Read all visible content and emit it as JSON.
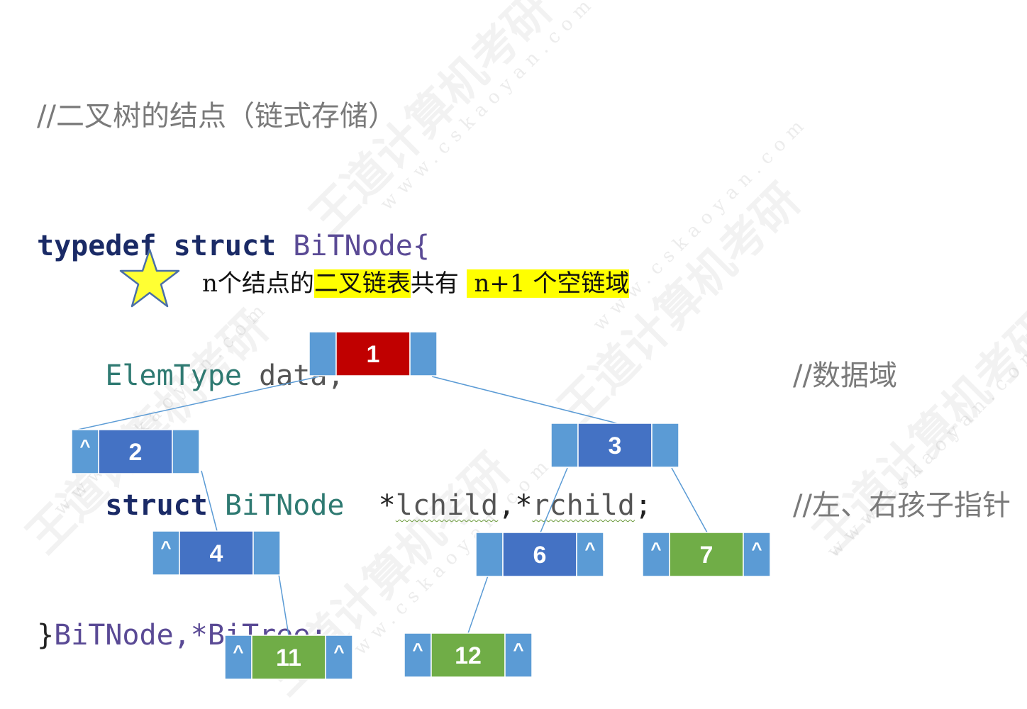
{
  "code": {
    "comment_title": "//二叉树的结点（链式存储）",
    "kw_typedef": "typedef",
    "kw_struct": "struct",
    "struct_name": "BiTNode{",
    "elemtype": "ElemType",
    "data_field": "data;",
    "comment_data": "//数据域",
    "struct_kw2": "struct",
    "bitnode2": "BiTNode",
    "star1": "*",
    "lchild": "lchild",
    "comma": ",",
    "star2": "*",
    "rchild": "rchild",
    "semi": ";",
    "comment_children": "//左、右孩子指针",
    "close_brace": "}",
    "typedef_names": "BiTNode,*BiTree;"
  },
  "note": {
    "part1": "n个结点的",
    "highlight1": "二叉链表",
    "part2": "共有",
    "highlight2": " n+1 个空链域"
  },
  "tree": {
    "null_symbol": "^",
    "nodes": [
      {
        "id": "1",
        "color": "#c00000",
        "left_null": false,
        "right_null": false
      },
      {
        "id": "2",
        "color": "#4472c4",
        "left_null": true,
        "right_null": false
      },
      {
        "id": "3",
        "color": "#4472c4",
        "left_null": false,
        "right_null": false
      },
      {
        "id": "4",
        "color": "#4472c4",
        "left_null": true,
        "right_null": false
      },
      {
        "id": "6",
        "color": "#4472c4",
        "left_null": false,
        "right_null": true
      },
      {
        "id": "7",
        "color": "#70ad47",
        "left_null": true,
        "right_null": true
      },
      {
        "id": "11",
        "color": "#70ad47",
        "left_null": true,
        "right_null": true
      },
      {
        "id": "12",
        "color": "#70ad47",
        "left_null": true,
        "right_null": true
      }
    ],
    "pointer_color": "#5b9bd5",
    "edge_color": "#5b9bd5"
  },
  "watermark": {
    "brand": "王道计算机考研",
    "url": "www.cskaoyan.com"
  }
}
